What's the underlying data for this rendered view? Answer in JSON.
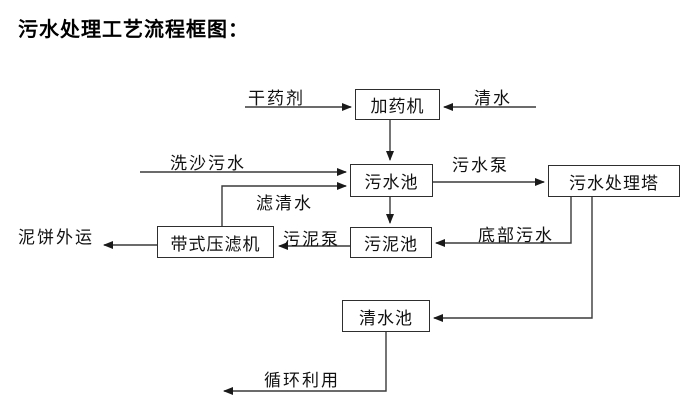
{
  "title": "污水处理工艺流程框图：",
  "nodes": {
    "dosing_machine": {
      "label": "加药机"
    },
    "sewage_pool": {
      "label": "污水池"
    },
    "treatment_tower": {
      "label": "污水处理塔"
    },
    "sludge_pool": {
      "label": "污泥池"
    },
    "belt_filter_press": {
      "label": "带式压滤机"
    },
    "clean_water_pool": {
      "label": "清水池"
    }
  },
  "edge_labels": {
    "dry_chemical": "干药剂",
    "clean_water": "清水",
    "sand_washing_sewage": "洗沙污水",
    "filtered_water": "滤清水",
    "sewage_pump": "污水泵",
    "bottom_sewage": "底部污水",
    "sludge_pump": "污泥泵",
    "mud_cake_outbound": "泥饼外运",
    "recycling": "循环利用"
  },
  "colors": {
    "line": "#3a3a3a",
    "arrowhead": "#1a1a1a",
    "box_border": "#2e2e2e",
    "text": "#111111",
    "background": "#ffffff"
  }
}
